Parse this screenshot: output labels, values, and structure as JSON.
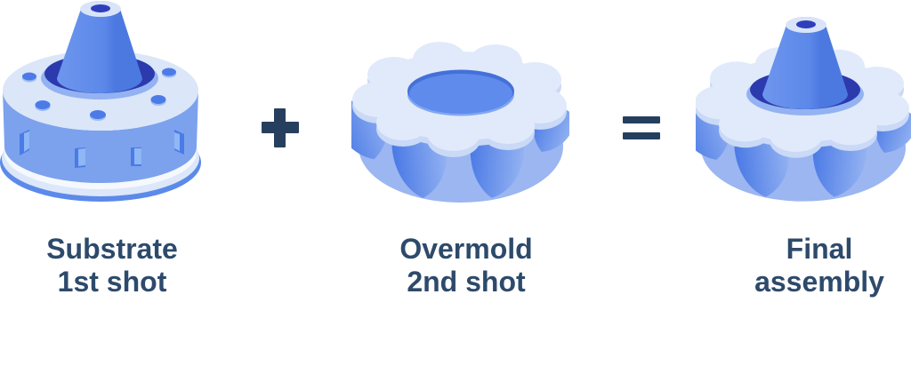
{
  "steps": [
    {
      "name": "substrate-first-shot",
      "label": {
        "line1": "Substrate",
        "line2": "1st shot"
      }
    },
    {
      "name": "overmold-second-shot",
      "label": {
        "line1": "Overmold",
        "line2": "2nd shot"
      }
    },
    {
      "name": "final-assembly",
      "label": {
        "line1": "Final",
        "line2": "assembly"
      }
    }
  ],
  "operators": {
    "plus": "+",
    "equals": "="
  },
  "palette": {
    "label_text": "#2d4a6b",
    "operator": "#263f5e",
    "navy_ring": "#2b3aad",
    "cone_blue": "#5c88e9",
    "surface_light": "#dce7f9",
    "cylinder_side": "#7ca2ed",
    "gear_side": "#9bb6f1",
    "grip_dark": "#4b7ae5",
    "grip_light": "#93b2f2",
    "background": "#ffffff"
  }
}
